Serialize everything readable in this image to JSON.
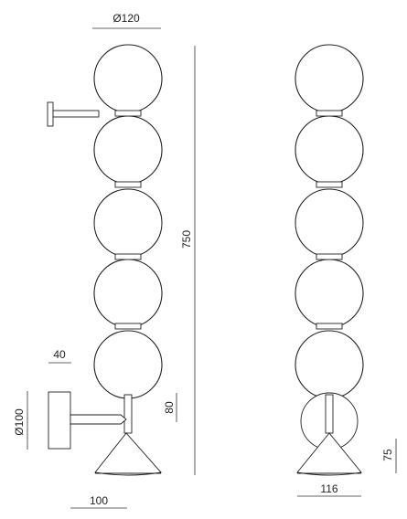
{
  "dimensions": {
    "globe_diameter": "Ø120",
    "total_height": "750",
    "arm_offset": "40",
    "backplate_diameter": "Ø100",
    "cone_height": "80",
    "projection": "100",
    "side_width": "116",
    "side_cone_height": "75"
  }
}
